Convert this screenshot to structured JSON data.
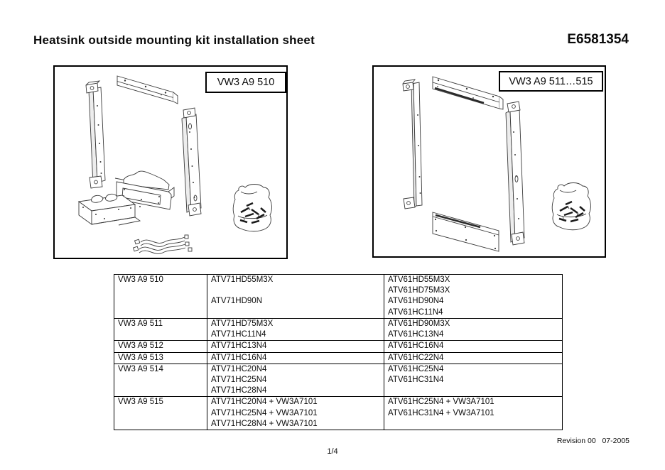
{
  "header": {
    "title": "Heatsink outside mounting kit installation sheet",
    "doc_number": "E6581354"
  },
  "diagrams": [
    {
      "label": "VW3 A9 510"
    },
    {
      "label": "VW3 A9 511…515"
    }
  ],
  "table": {
    "rows": [
      {
        "kit": "VW3 A9 510",
        "atv71": [
          "ATV71HD55M3X",
          "",
          "ATV71HD90N"
        ],
        "atv61": [
          "ATV61HD55M3X",
          "ATV61HD75M3X",
          "ATV61HD90N4",
          "ATV61HC11N4"
        ]
      },
      {
        "kit": "VW3 A9 511",
        "atv71": [
          "ATV71HD75M3X",
          "ATV71HC11N4"
        ],
        "atv61": [
          "ATV61HD90M3X",
          "ATV61HC13N4"
        ]
      },
      {
        "kit": "VW3 A9 512",
        "atv71": [
          "ATV71HC13N4"
        ],
        "atv61": [
          "ATV61HC16N4"
        ]
      },
      {
        "kit": "VW3 A9 513",
        "atv71": [
          "ATV71HC16N4"
        ],
        "atv61": [
          "ATV61HC22N4"
        ]
      },
      {
        "kit": "VW3 A9 514",
        "atv71": [
          "ATV71HC20N4",
          "ATV71HC25N4",
          "ATV71HC28N4"
        ],
        "atv61": [
          "ATV61HC25N4",
          "ATV61HC31N4"
        ]
      },
      {
        "kit": "VW3 A9 515",
        "atv71": [
          "ATV71HC20N4 + VW3A7101",
          "ATV71HC25N4 + VW3A7101",
          "ATV71HC28N4 + VW3A7101"
        ],
        "atv61": [
          "ATV61HC25N4 + VW3A7101",
          "ATV61HC31N4 + VW3A7101"
        ]
      }
    ]
  },
  "footer": {
    "revision": "Revision 00   07-2005",
    "page": "1/4"
  }
}
